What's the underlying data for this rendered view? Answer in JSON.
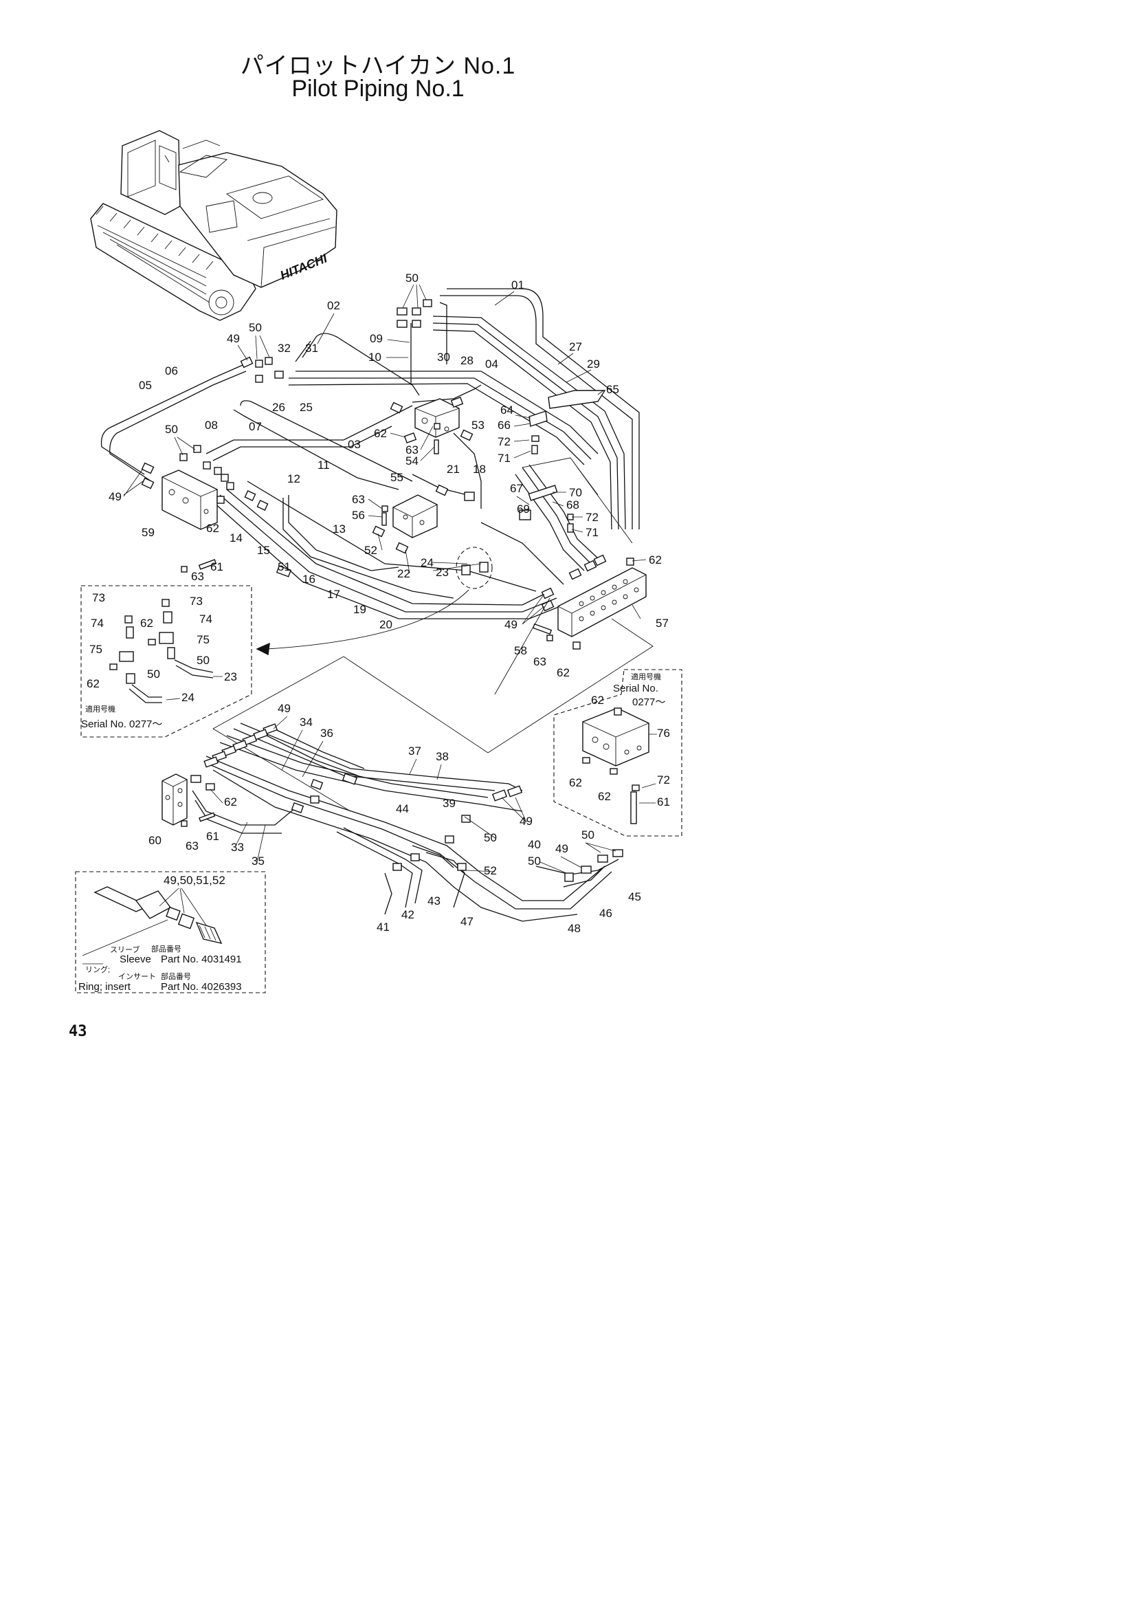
{
  "title_jp": "パイロットハイカン No.1",
  "title_en": "Pilot Piping No.1",
  "page_number": "43",
  "machine_logo": "HITACHI",
  "callouts": {
    "c01": "01",
    "c02": "02",
    "c03": "03",
    "c04": "04",
    "c05": "05",
    "c06": "06",
    "c07": "07",
    "c08": "08",
    "c09": "09",
    "c10": "10",
    "c11": "11",
    "c12": "12",
    "c13": "13",
    "c14": "14",
    "c15": "15",
    "c16": "16",
    "c17": "17",
    "c18": "18",
    "c19": "19",
    "c20": "20",
    "c21": "21",
    "c22": "22",
    "c23": "23",
    "c24": "24",
    "c25": "25",
    "c26": "26",
    "c27": "27",
    "c28": "28",
    "c29": "29",
    "c30": "30",
    "c31": "31",
    "c32": "32",
    "c33": "33",
    "c34": "34",
    "c35": "35",
    "c36": "36",
    "c37": "37",
    "c38": "38",
    "c39": "39",
    "c40": "40",
    "c41": "41",
    "c42": "42",
    "c43": "43",
    "c44": "44",
    "c45": "45",
    "c46": "46",
    "c47": "47",
    "c48": "48",
    "c49": "49",
    "c50": "50",
    "c51": "51",
    "c52": "52",
    "c53": "53",
    "c54": "54",
    "c55": "55",
    "c56": "56",
    "c57": "57",
    "c58": "58",
    "c59": "59",
    "c60": "60",
    "c61": "61",
    "c62": "62",
    "c63": "63",
    "c64": "64",
    "c65": "65",
    "c66": "66",
    "c67": "67",
    "c68": "68",
    "c69": "69",
    "c70": "70",
    "c71": "71",
    "c72": "72",
    "c73": "73",
    "c74": "74",
    "c75": "75",
    "c76": "76"
  },
  "inset_left": {
    "applicable_jp": "適用号機",
    "serial": "Serial No. 0277～"
  },
  "inset_right": {
    "applicable_jp": "適用号機",
    "serial_label": "Serial No.",
    "serial_value": "0277～"
  },
  "inset_fitting": {
    "header": "49,50,51,52",
    "sleeve_jp": "スリーブ",
    "sleeve_part_jp": "部品番号",
    "sleeve": "Sleeve",
    "sleeve_part": "Part No. 4031491",
    "ring_jp": "リング;",
    "insert_jp": "インサート",
    "ring_part_jp": "部品番号",
    "ring": "Ring; insert",
    "ring_part": "Part No. 4026393"
  }
}
